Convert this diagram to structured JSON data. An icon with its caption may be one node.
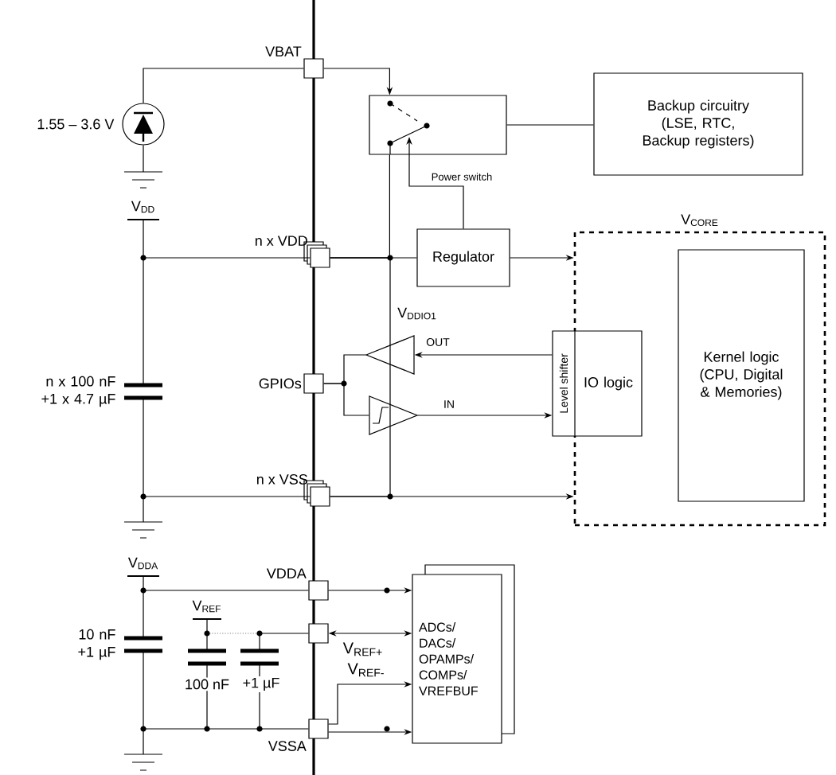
{
  "diagram": {
    "nodes": [
      {
        "text": [
          "VBAT"
        ]
      },
      {
        "text": [],
        "shape": "circle",
        "beside": [
          "1.55 – 3.6 V"
        ]
      },
      {
        "text": [],
        "shape": "box"
      },
      {
        "text": [
          "Backup circuitry (LSE, RTC, Backup registers)"
        ]
      },
      {
        "text": [
          "n x VDD"
        ]
      },
      {
        "text": [
          "Regulator"
        ]
      },
      {
        "text": [
          "V$_{CORE}$"
        ]
      },
      {
        "text": [
          "Kernel logic (CPU, Digital & Memories)"
        ],
        "in": 6
      },
      {
        "text": [
          "Level shifter",
          "IO logic"
        ]
      },
      {
        "text": [],
        "shape": "triangle"
      },
      {
        "text": [
          "GPIOs"
        ]
      },
      {
        "text": [],
        "shape": "triangle"
      },
      {
        "text": [
          "n x VSS"
        ]
      },
      {
        "text": [
          "VDDA"
        ]
      },
      {
        "text": [],
        "shape": "box"
      },
      {
        "text": [
          "ADCs/ DACs/ OPAMPs/ COMPs/ VREFBUF"
        ]
      },
      {
        "text": [
          "VSSA"
        ]
      }
    ],
    "edges": [
      {
        "from": 1,
        "to": 0,
        "arrow": "none"
      },
      {
        "from": 0,
        "to": 2,
        "arrow": "to"
      },
      {
        "from": 2,
        "to": 3,
        "arrow": "none"
      },
      {
        "from": 5,
        "to": 2,
        "arrow": "to",
        "label": "Power switch"
      },
      {
        "from": 4,
        "to": 5,
        "arrow": "none"
      },
      {
        "from": 5,
        "to": 6,
        "arrow": "to"
      },
      {
        "from": 12,
        "to": 6,
        "arrow": "to"
      },
      {
        "from": 8,
        "to": 9,
        "arrow": "to",
        "label": "OUT"
      },
      {
        "from": 11,
        "to": 8,
        "arrow": "to",
        "label": "IN"
      },
      {
        "from": 10,
        "to": 9,
        "arrow": "none"
      },
      {
        "from": 10,
        "to": 11,
        "arrow": "none"
      },
      {
        "from": 13,
        "to": 15,
        "arrow": "to"
      },
      {
        "from": 14,
        "to": 15,
        "arrow": "both",
        "label": "V$_{REF+}$"
      },
      {
        "from": 16,
        "to": 15,
        "arrow": "to",
        "label": "V$_{REF-}$"
      },
      {
        "from": 16,
        "to": 15,
        "arrow": "to"
      },
      {
        "from": 4,
        "to": 2,
        "arrow": "none"
      },
      {
        "from": 4,
        "to": 12,
        "arrow": "none"
      }
    ],
    "labels": [
      "V$_{DD}$",
      "n x 100 nF +1 x 4.7 µF",
      "V$_{DDIO1}$",
      "V$_{DDA}$",
      "V$_{REF}$",
      "10 nF +1 µF",
      "100 nF",
      "+1 µF"
    ]
  }
}
